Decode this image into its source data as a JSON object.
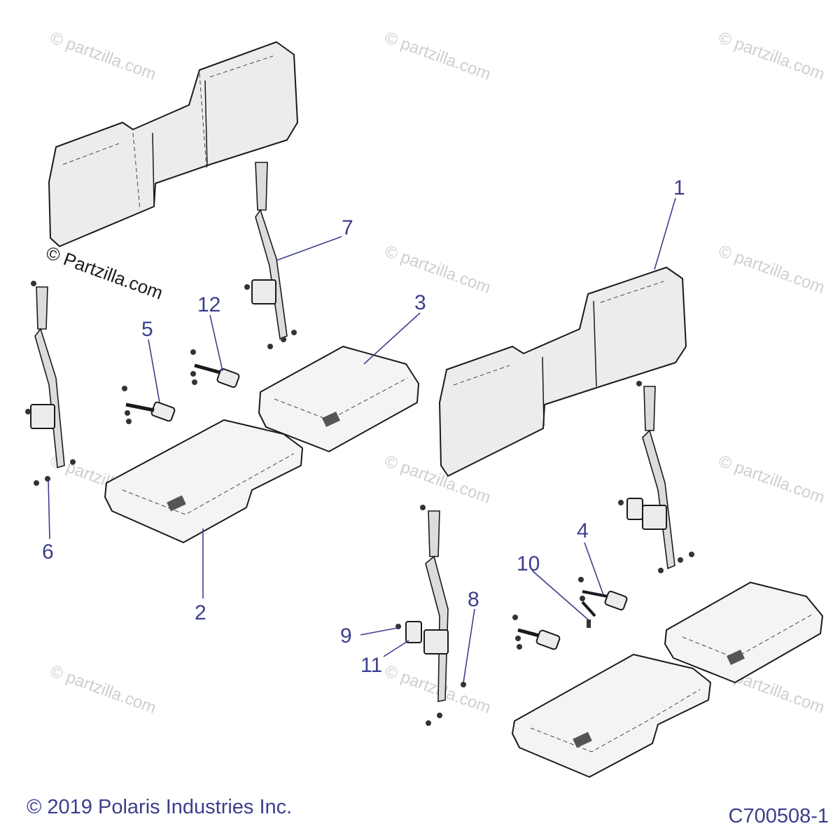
{
  "watermark": {
    "copy": "©",
    "text": "Partzilla.com",
    "lower": "partzilla.com"
  },
  "callouts": [
    "1",
    "2",
    "3",
    "4",
    "5",
    "6",
    "7",
    "8",
    "9",
    "10",
    "11",
    "12"
  ],
  "footer": {
    "copyright": "© 2019 Polaris Industries Inc.",
    "diagram_code": "C700508-1"
  },
  "colors": {
    "callout": "#3c3f8c",
    "outline": "#1a1a1a",
    "watermark": "#cfcfcf"
  }
}
